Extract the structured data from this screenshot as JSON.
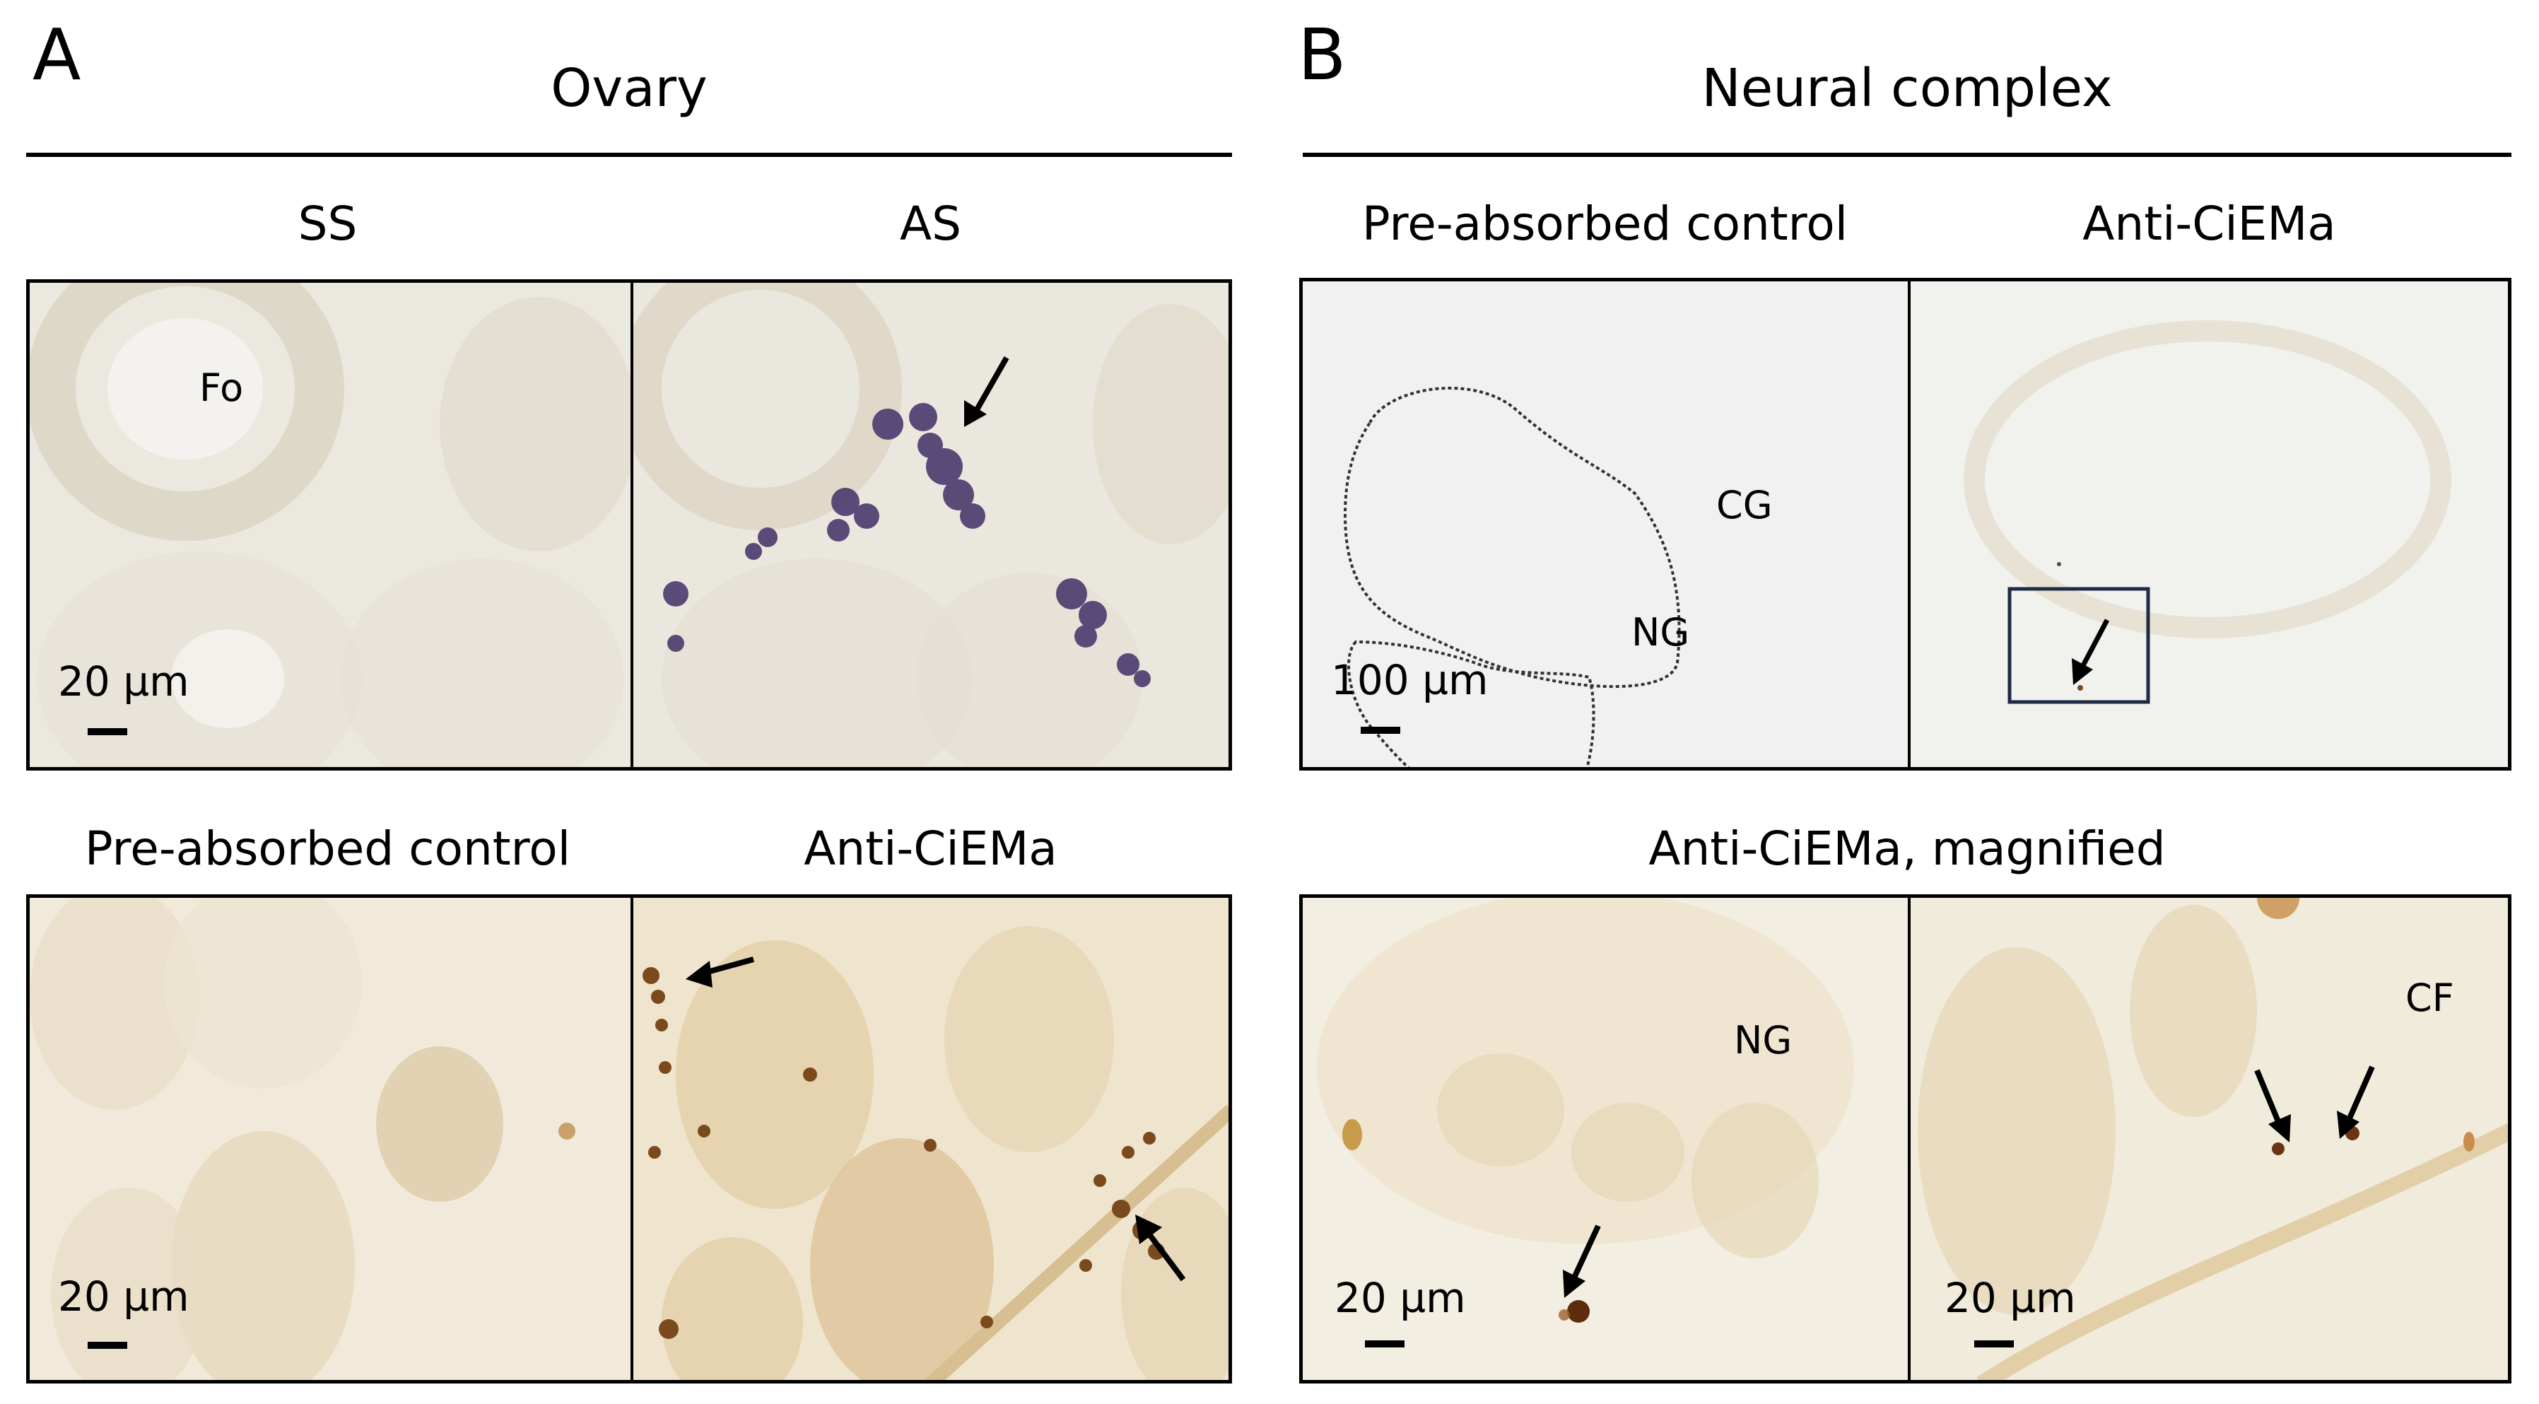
{
  "figure": {
    "panel_a": {
      "letter": "A",
      "title": "Ovary",
      "row1": {
        "labels": [
          "SS",
          "AS"
        ],
        "images": [
          {
            "description": "in situ hybridization, sense probe",
            "annotations": [
              "Fo"
            ],
            "scalebar": "20 µm",
            "background": "#ece8de"
          },
          {
            "description": "in situ hybridization, antisense probe with purple signal",
            "arrows": 1,
            "signal_color": "#4a3a6e",
            "background": "#ebe7dc"
          }
        ]
      },
      "row2": {
        "labels": [
          "Pre-absorbed control",
          "Anti-CiEMa"
        ],
        "images": [
          {
            "description": "immunostaining, pre-absorbed control",
            "scalebar": "20 µm",
            "background": "#efe6d3"
          },
          {
            "description": "immunostaining with anti-CiEMa, brown signal",
            "arrows": 2,
            "signal_color": "#7a4a1c",
            "background": "#ecdcc0"
          }
        ]
      }
    },
    "panel_b": {
      "letter": "B",
      "title": "Neural complex",
      "row1": {
        "labels": [
          "Pre-absorbed control",
          "Anti-CiEMa"
        ],
        "images": [
          {
            "description": "pre-absorbed control with dotted outlines",
            "annotations": [
              "CG",
              "NG"
            ],
            "scalebar": "100 µm",
            "background": "#f0f1f0"
          },
          {
            "description": "anti-CiEMa with boxed region",
            "arrows": 1,
            "box_color": "#1f2a44",
            "background": "#f1f1ee"
          }
        ]
      },
      "row2": {
        "label": "Anti-CiEMa, magnified",
        "images": [
          {
            "annotations": [
              "NG"
            ],
            "arrows": 1,
            "scalebar": "20 µm",
            "background": "#f3eee2"
          },
          {
            "annotations": [
              "CF"
            ],
            "arrows": 2,
            "scalebar": "20 µm",
            "background": "#f1ebdc"
          }
        ]
      }
    }
  }
}
